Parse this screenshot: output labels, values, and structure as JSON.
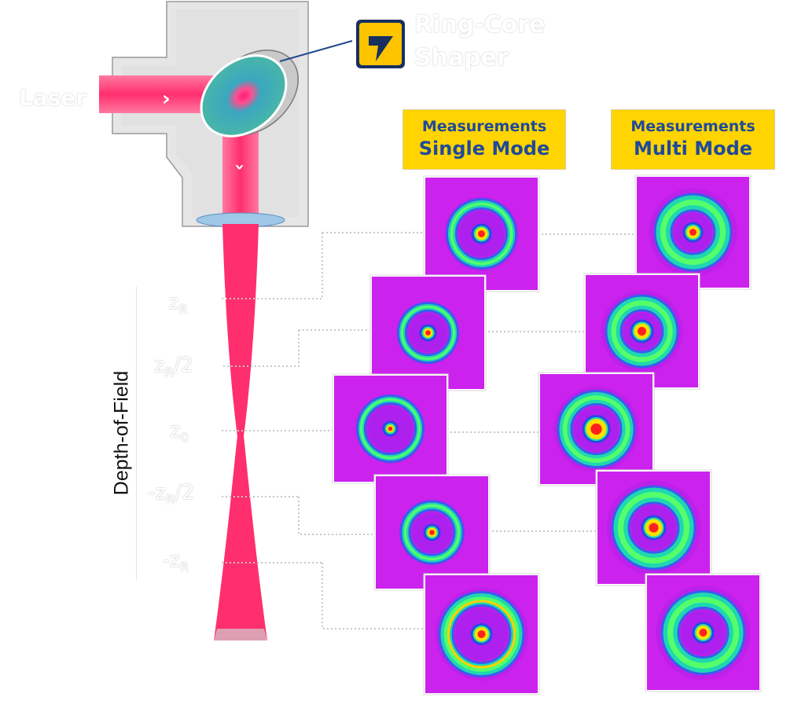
{
  "laser_label": "Laser",
  "brand": {
    "line1": "Ring-Core",
    "line2": "Shaper",
    "logo_color": "#ffc400",
    "logo_bg": "#17305f"
  },
  "depth_of_field_label": "Depth-of-Field",
  "z_labels": [
    {
      "base": "z",
      "sub": "R",
      "suffix": ""
    },
    {
      "base": "z",
      "sub": "R",
      "suffix": "/2"
    },
    {
      "base": "z",
      "sub": "0",
      "suffix": ""
    },
    {
      "base": "-z",
      "sub": "R",
      "suffix": "/2"
    },
    {
      "base": "-z",
      "sub": "R",
      "suffix": ""
    }
  ],
  "single_mode": {
    "line1": "Measurements",
    "line2": "Single Mode"
  },
  "multi_mode": {
    "line1": "Measurements",
    "line2": "Multi Mode"
  },
  "colors": {
    "beam": "#ff2e6e",
    "label_bg": "#ffd400",
    "label_text": "#1f4a9a",
    "profile_bg": "#cc22ee",
    "housing": "#e6e6e6"
  }
}
